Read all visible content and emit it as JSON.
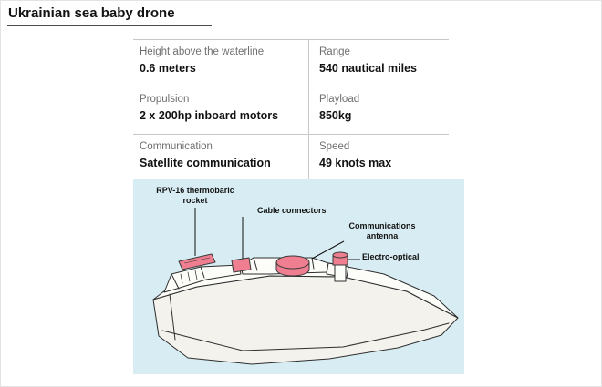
{
  "title": "Ukrainian sea baby drone",
  "specs": {
    "rows": [
      {
        "left": {
          "label": "Height above the waterline",
          "value": "0.6 meters"
        },
        "right": {
          "label": "Range",
          "value": "540 nautical miles"
        }
      },
      {
        "left": {
          "label": "Propulsion",
          "value": "2 x 200hp inboard motors"
        },
        "right": {
          "label": "Playload",
          "value": "850kg"
        }
      },
      {
        "left": {
          "label": "Communication",
          "value": "Satellite communication"
        },
        "right": {
          "label": "Speed",
          "value": "49 knots max"
        }
      }
    ]
  },
  "diagram": {
    "labels": {
      "rocket": "RPV-16 thermobaric rocket",
      "cable": "Cable connectors",
      "antenna": "Communications antenna",
      "electro": "Electro-optical"
    },
    "colors": {
      "background": "#d8edf3",
      "highlight": "#ef7f90",
      "outline": "#2e2e2e"
    }
  }
}
